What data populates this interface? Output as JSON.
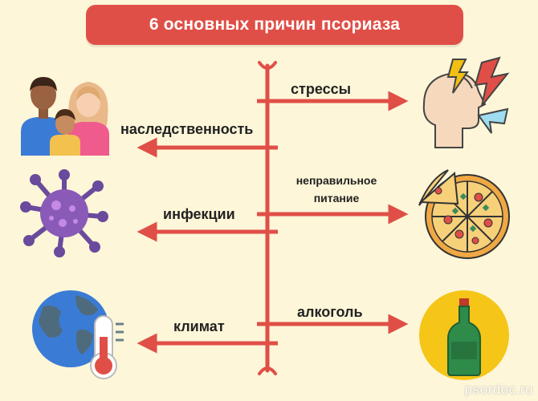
{
  "title": "6 основных причин псориаза",
  "causes": [
    {
      "label": "стрессы",
      "icon": "stressed-head-icon"
    },
    {
      "label": "наследственность",
      "icon": "family-icon"
    },
    {
      "label": "неправильное питание",
      "line1": "неправильное",
      "line2": "питание",
      "icon": "pizza-icon"
    },
    {
      "label": "инфекции",
      "icon": "virus-icon"
    },
    {
      "label": "алкоголь",
      "icon": "bottle-icon"
    },
    {
      "label": "климат",
      "icon": "globe-thermometer-icon"
    }
  ],
  "footer": "psordoc.ru",
  "colors": {
    "accent": "#e04f47",
    "background": "#fdf6d8"
  }
}
